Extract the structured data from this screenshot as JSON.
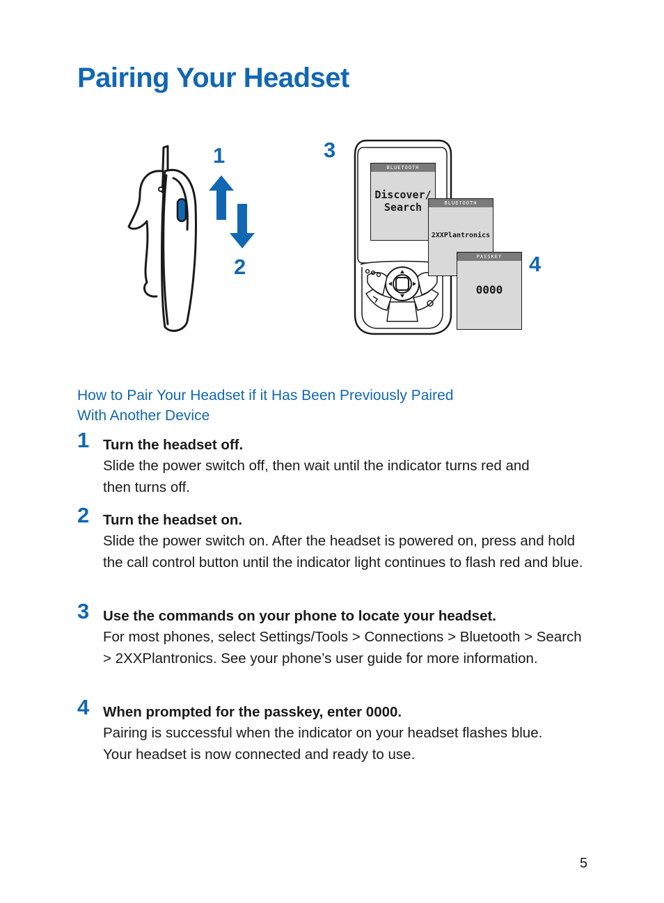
{
  "page": {
    "title": "Pairing Your Headset",
    "page_number": "5"
  },
  "figure": {
    "callouts": [
      "1",
      "2",
      "3",
      "4"
    ],
    "screens": {
      "screen1_header": "BLUETOOTH",
      "screen1_line1": "Discover/",
      "screen1_line2": "Search",
      "screen2_header": "BLUETOOTH",
      "screen2_text": "2XXPlantronics",
      "screen3_header": "PASSKEY",
      "screen3_text": "0000"
    },
    "icons": [
      "headset-illustration",
      "arrow-up-icon",
      "arrow-down-icon",
      "mobile-phone-illustration"
    ]
  },
  "section": {
    "subheading_line1": "How to Pair Your Headset if it Has Been Previously Paired",
    "subheading_line2": "With Another Device"
  },
  "steps": [
    {
      "num": "1",
      "heading": "Turn the headset off.",
      "body": "Slide the power switch off, then wait until the indicator turns red and then turns off."
    },
    {
      "num": "2",
      "heading": "Turn the headset on.",
      "body": "Slide the power switch on. After the headset is powered on, press and hold the call control button until the indicator light continues to flash red and blue."
    },
    {
      "num": "3",
      "heading": "Use the commands on your phone to locate your headset.",
      "body": "For most phones, select Settings/Tools > Connections > Bluetooth > Search > 2XXPlantronics. See your phone’s user guide for more information."
    },
    {
      "num": "4",
      "heading": "When prompted for the passkey, enter 0000.",
      "body": "Pairing is successful when the indicator on your headset flashes blue. Your headset is now connected and ready to use."
    }
  ],
  "colors": {
    "accent_blue": "#1267b3",
    "text": "#1a1a1a",
    "screen_gray": "#d9d9d9",
    "screen_header": "#7a7a7a"
  }
}
